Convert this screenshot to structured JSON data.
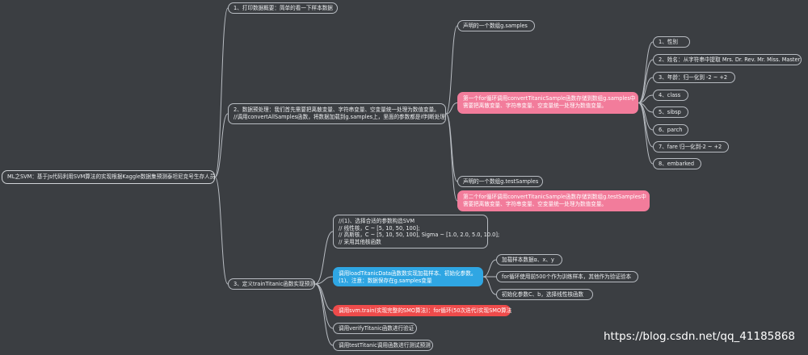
{
  "colors": {
    "background": "#3b3e42",
    "line": "#b8bcc2",
    "pink": "#f27c9b",
    "blue": "#2fa6e3",
    "red": "#ee4b4b"
  },
  "nodes": [
    {
      "id": "root",
      "text": "ML之SVM：基于Js代码利用SVM算法的实现根据Kaggle数据集预测泰坦尼克号生存人员",
      "parent": null,
      "style": "root"
    },
    {
      "id": "n1",
      "text": "1、打印数据概要：简单的看一下样本数据",
      "parent": "root"
    },
    {
      "id": "n2",
      "text": "2、数据预处理：我们首先需要把离散变量、字符串变量、空变量统一处理为数值变量。\n//调用convertAllSamples函数，将数据加载到g.samples上，里面的参数都是if判断处理",
      "parent": "root"
    },
    {
      "id": "n3",
      "text": "3、定义trainTitanic函数实现预测",
      "parent": "root"
    },
    {
      "id": "n2a",
      "text": "声明的一个数组g.samples",
      "parent": "n2"
    },
    {
      "id": "n2b",
      "text": "第一个for循环调用convertTitanicSample函数存储到数组g.samples中\n需要把离散变量、字符串变量、空变量统一处理为数值变量。",
      "parent": "n2",
      "style": "pink"
    },
    {
      "id": "n2c",
      "text": "声明的一个数组g.testSamples",
      "parent": "n2"
    },
    {
      "id": "n2d",
      "text": "第二个for循环调用convertTitanicSample函数存储到数组g.testSamples中\n需要把离散变量、字符串变量、空变量统一处理为数值变量。",
      "parent": "n2",
      "style": "pink"
    },
    {
      "id": "f1",
      "text": "1、性别",
      "parent": "n2b"
    },
    {
      "id": "f2",
      "text": "2、姓名：从字符串中提取 Mrs. Dr. Rev. Mr. Miss. Master",
      "parent": "n2b"
    },
    {
      "id": "f3",
      "text": "3、年龄：归一化到 -2 ~ +2",
      "parent": "n2b"
    },
    {
      "id": "f4",
      "text": "4、class",
      "parent": "n2b"
    },
    {
      "id": "f5",
      "text": "5、sibsp",
      "parent": "n2b"
    },
    {
      "id": "f6",
      "text": "6、parch",
      "parent": "n2b"
    },
    {
      "id": "f7",
      "text": "7、fare 归一化到-2 ~ +2",
      "parent": "n2b"
    },
    {
      "id": "f8",
      "text": "8、embarked",
      "parent": "n2b"
    },
    {
      "id": "n3a",
      "text": "//(1)、选择合适的参数构造SVM\n// 线性核，C ~ [5, 10, 50, 100];\n// 高斯核，C ~ [5, 10, 50, 100], Sigma ~ [1.0, 2.0, 5.0, 10.0];\n// 采用其他核函数",
      "parent": "n3"
    },
    {
      "id": "n3b",
      "text": "调用loadTitanicData函数数实现加载样本、初始化参数。\n(1)、注意：数据保存在g.samples变量",
      "parent": "n3",
      "style": "blue"
    },
    {
      "id": "n3c",
      "text": "调用svm.train(实现完整的SMO算法)：for循环(50次迭代)实现SMO算法",
      "parent": "n3",
      "style": "red"
    },
    {
      "id": "n3d",
      "text": "调用verifyTitanic函数进行验证",
      "parent": "n3"
    },
    {
      "id": "n3e",
      "text": "调用testTitanic调用函数进行测试预测",
      "parent": "n3"
    },
    {
      "id": "b1",
      "text": "加载样本数据α、x、y",
      "parent": "n3b"
    },
    {
      "id": "b2",
      "text": "for循环使用前500个作为训练样本，其他作为验证验本",
      "parent": "n3b"
    },
    {
      "id": "b3",
      "text": "初始化参数C、b，选择线性核函数",
      "parent": "n3b"
    }
  ],
  "watermark": "https://blog.csdn.net/qq_41185868"
}
